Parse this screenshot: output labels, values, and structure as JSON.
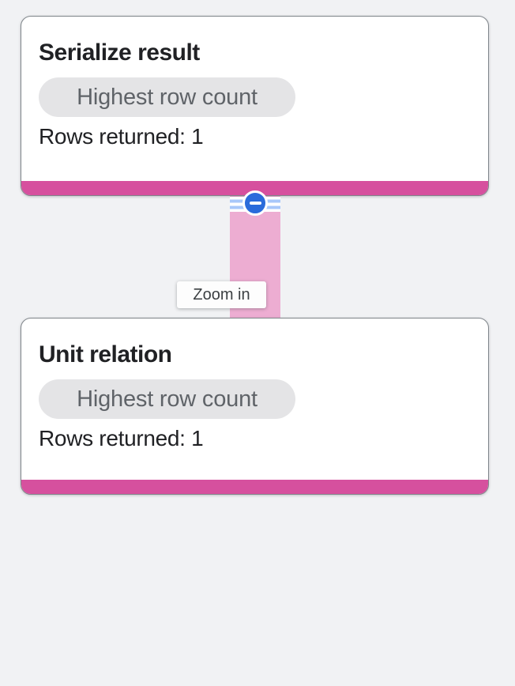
{
  "colors": {
    "background": "#f1f2f4",
    "card_background": "#ffffff",
    "card_border": "#80868b",
    "accent_pink": "#d6509e",
    "edge_pink": "#edadd2",
    "badge_background": "#e4e4e6",
    "badge_text": "#5f6368",
    "text_primary": "#202124",
    "collapse_blue": "#2a6bdb",
    "stripe_blue": "#a8c7fa",
    "tooltip_background": "#fdfdfd",
    "tooltip_text": "#3c4043"
  },
  "nodes": [
    {
      "title": "Serialize result",
      "badge": "Highest row count",
      "stat": "Rows returned: 1"
    },
    {
      "title": "Unit relation",
      "badge": "Highest row count",
      "stat": "Rows returned: 1"
    }
  ],
  "icons": {
    "collapse": "minus-icon"
  },
  "tooltip": {
    "label": "Zoom in"
  }
}
